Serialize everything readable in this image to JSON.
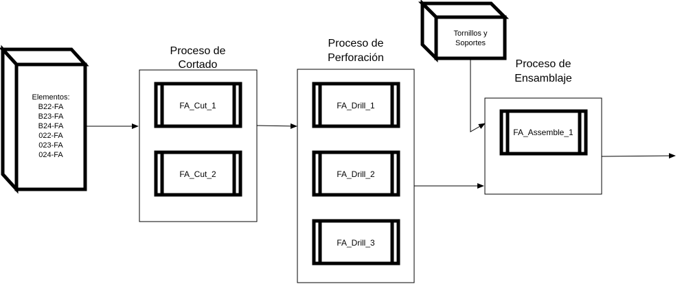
{
  "input_box": {
    "lines": [
      "Elementos:",
      "B22-FA",
      "B23-FA",
      "B24-FA",
      "022-FA",
      "023-FA",
      "024-FA"
    ]
  },
  "supplies_box": {
    "lines": [
      "Tornillos y",
      "Soportes"
    ]
  },
  "stages": [
    {
      "title_lines": [
        "Proceso de",
        "Cortado"
      ],
      "stations": [
        "FA_Cut_1",
        "FA_Cut_2"
      ]
    },
    {
      "title_lines": [
        "Proceso de",
        "Perforación"
      ],
      "stations": [
        "FA_Drill_1",
        "FA_Drill_2",
        "FA_Drill_3"
      ]
    },
    {
      "title_lines": [
        "Proceso de",
        "Ensamblaje"
      ],
      "stations": [
        "FA_Assemble_1"
      ]
    }
  ]
}
